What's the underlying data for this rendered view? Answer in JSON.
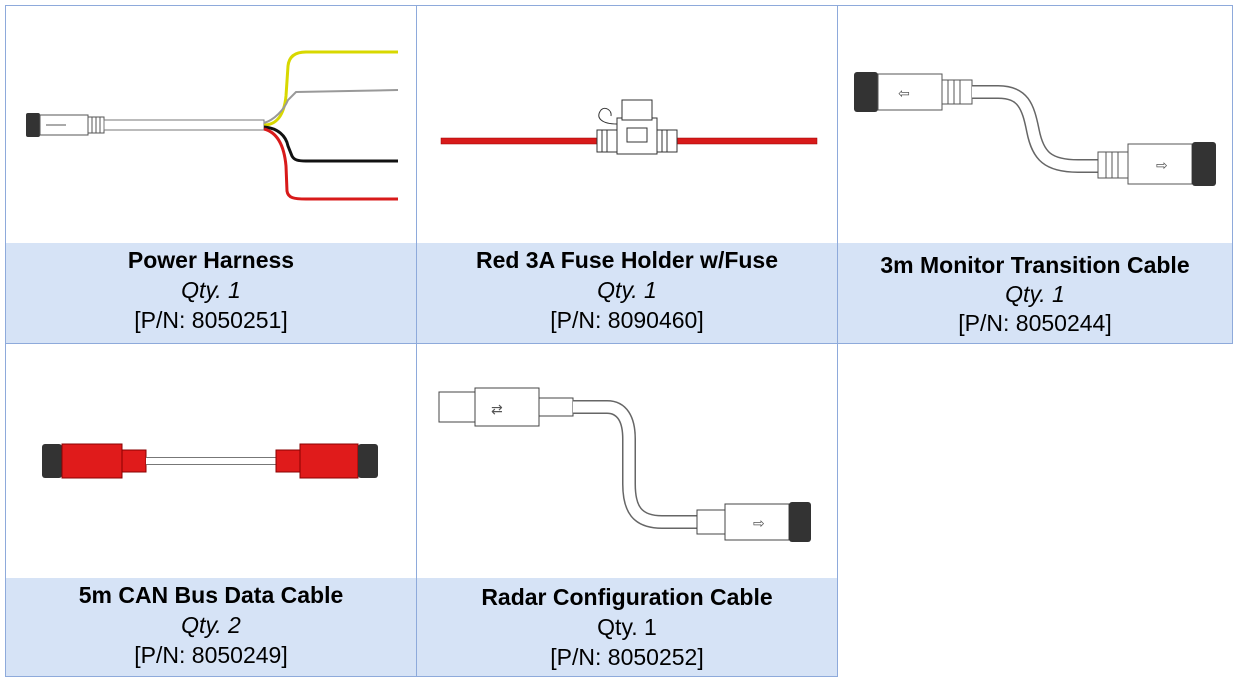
{
  "items": [
    {
      "title": "Power Harness",
      "qty": "Qty. 1",
      "pn": "[P/N: 8050251]",
      "icon": "power-harness-icon"
    },
    {
      "title": "Red 3A Fuse Holder w/Fuse",
      "qty": "Qty. 1",
      "pn": "[P/N: 8090460]",
      "icon": "fuse-holder-icon"
    },
    {
      "title": "3m Monitor Transition Cable",
      "qty": "Qty. 1",
      "pn": "[P/N: 8050244]",
      "icon": "transition-cable-icon"
    },
    {
      "title": "5m CAN Bus Data Cable",
      "qty": "Qty. 2",
      "pn": "[P/N: 8050249]",
      "icon": "can-bus-cable-icon"
    },
    {
      "title": "Radar Configuration Cable",
      "qty": "Qty. 1",
      "pn": "[P/N: 8050252]",
      "icon": "usb-config-cable-icon"
    }
  ],
  "colors": {
    "caption_bg": "#d6e3f6",
    "border": "#8eaadb",
    "red": "#e01b1b",
    "yellow": "#f2f200"
  }
}
